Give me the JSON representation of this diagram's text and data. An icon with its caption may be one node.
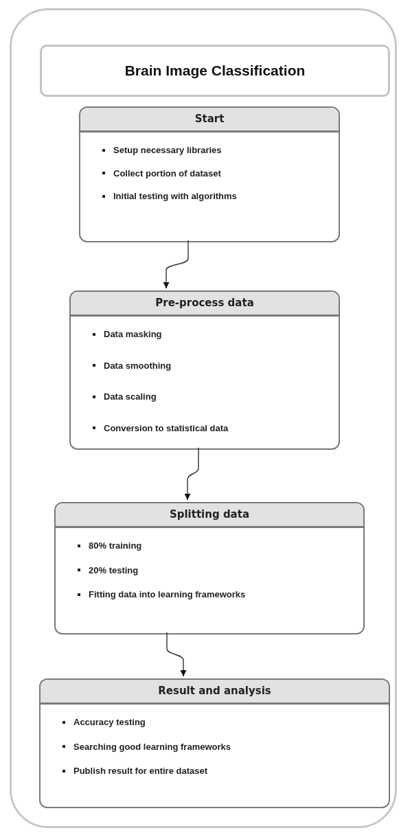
{
  "diagram": {
    "nodes": [
      {
        "text": [],
        "shape": "box"
      },
      {
        "text": [
          "Brain Image Classification"
        ],
        "in": 0
      },
      {
        "text": [
          "Start",
          "Setup necessary libraries",
          "Collect portion of dataset",
          "Initial testing with algorithms"
        ],
        "in": 0
      },
      {
        "text": [
          "Pre-process data",
          "Data masking",
          "Data smoothing",
          "Data scaling",
          "Conversion to statistical data"
        ],
        "in": 0
      },
      {
        "text": [
          "Splitting data",
          "80% training",
          "20% testing",
          "Fitting data into learning frameworks"
        ],
        "in": 0
      },
      {
        "text": [
          "Result and analysis",
          "Accuracy testing",
          "Searching good learning frameworks",
          "Publish result for entire dataset"
        ],
        "in": 0
      }
    ],
    "edges": [
      {
        "from": 2,
        "to": 3,
        "arrow": "to"
      },
      {
        "from": 3,
        "to": 4,
        "arrow": "to"
      },
      {
        "from": 4,
        "to": 5,
        "arrow": "to"
      }
    ]
  }
}
